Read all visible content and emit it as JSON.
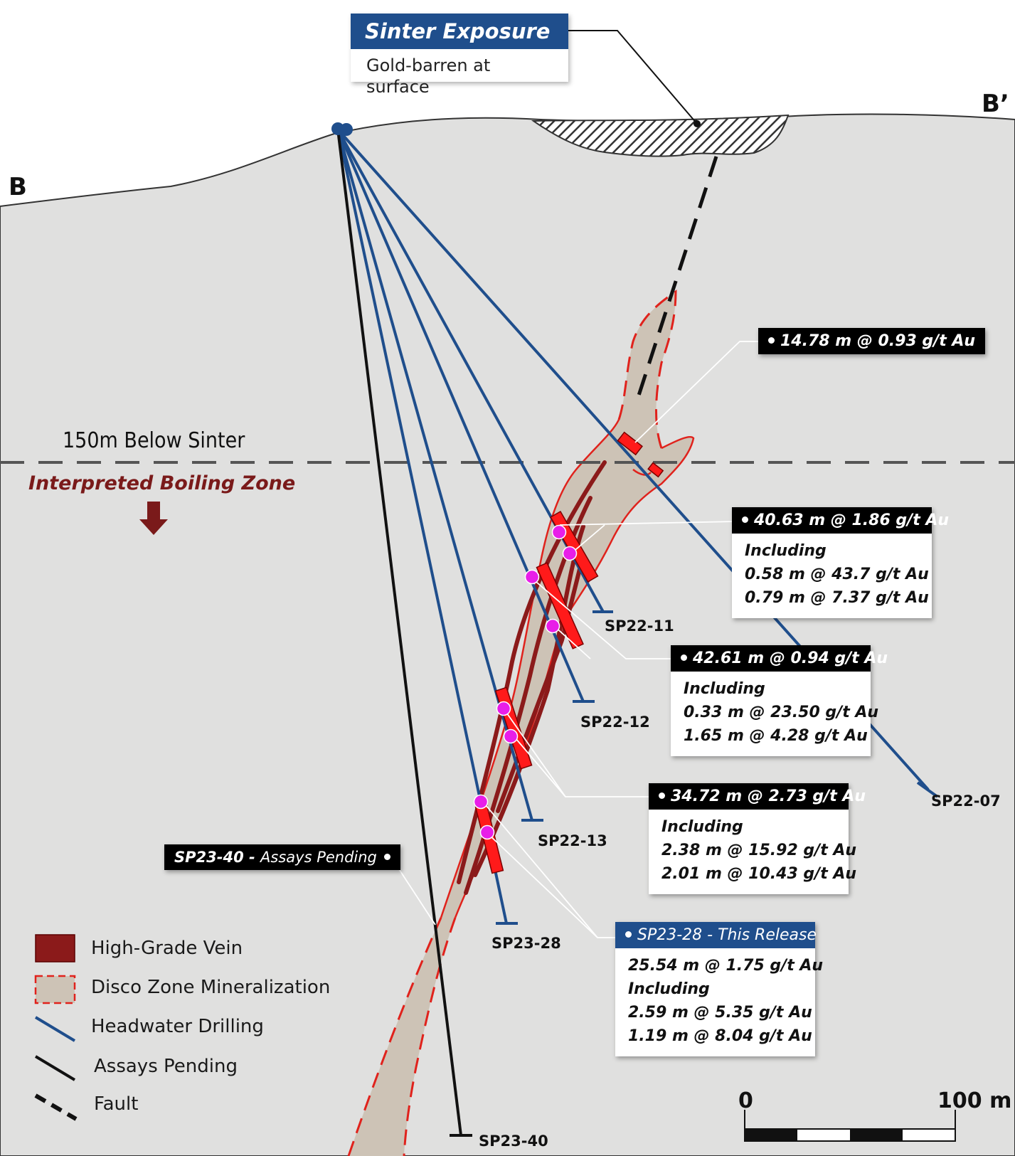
{
  "section": {
    "left_label": "B",
    "right_label": "B’"
  },
  "sinter": {
    "title": "Sinter Exposure",
    "subtitle": "Gold-barren at surface"
  },
  "zone": {
    "depth_label": "150m Below Sinter",
    "boiling_label": "Interpreted Boiling Zone"
  },
  "intercepts": [
    {
      "header": "14.78 m @ 0.93 g/t Au",
      "lines": []
    },
    {
      "header": "40.63 m @ 1.86 g/t Au",
      "lines": [
        "Including",
        "0.58 m @ 43.7 g/t Au",
        "0.79 m @ 7.37 g/t Au"
      ]
    },
    {
      "header": "42.61 m @ 0.94 g/t Au",
      "lines": [
        "Including",
        "0.33 m @ 23.50 g/t Au",
        "1.65 m @ 4.28 g/t Au"
      ]
    },
    {
      "header": "34.72 m @ 2.73 g/t Au",
      "lines": [
        "Including",
        "2.38 m @ 15.92 g/t Au",
        "2.01 m @ 10.43 g/t Au"
      ]
    },
    {
      "header": "SP23-28 - This Release",
      "lines": [
        "25.54 m @ 1.75 g/t Au",
        "Including",
        "2.59 m @ 5.35 g/t Au",
        "1.19 m @ 8.04 g/t Au"
      ]
    }
  ],
  "pending_label": {
    "hole": "SP23-40 -",
    "text": "Assays Pending"
  },
  "holes": [
    "SP22-07",
    "SP22-11",
    "SP22-12",
    "SP22-13",
    "SP23-28",
    "SP23-40"
  ],
  "legend": [
    "High-Grade Vein",
    "Disco Zone Mineralization",
    "Headwater Drilling",
    "Assays Pending",
    "Fault"
  ],
  "scale": {
    "start": "0",
    "end": "100 m"
  },
  "colors": {
    "drill": "#1f4e8c",
    "vein": "#8b1a1a",
    "zone_fill": "#cdc3b6",
    "zone_edge": "#e0221c",
    "intercept": "#ff1a1a",
    "marker": "#e81ee8",
    "ground": "#e0e0df"
  }
}
